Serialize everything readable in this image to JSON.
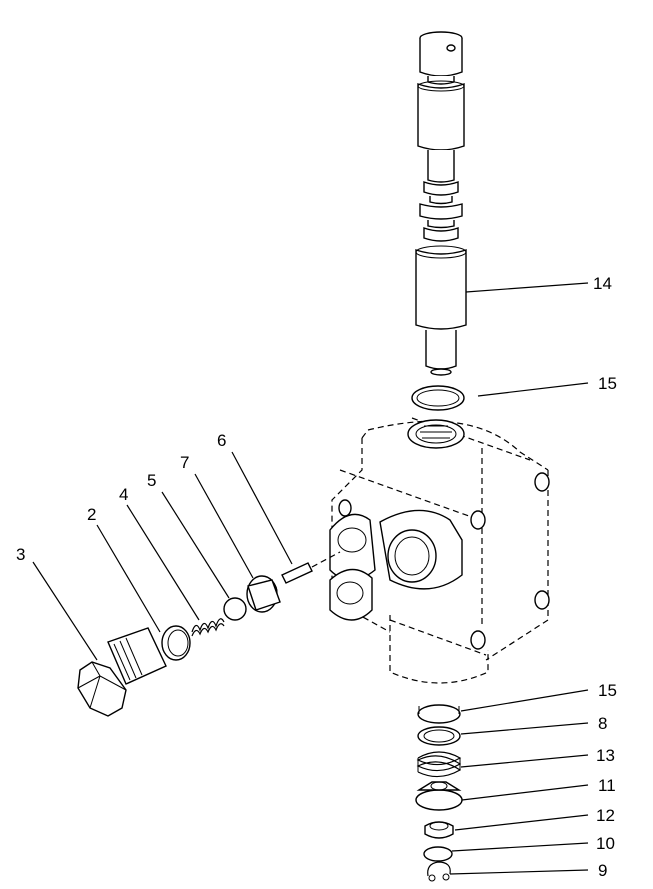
{
  "callouts": {
    "c14": "14",
    "c15a": "15",
    "c6": "6",
    "c7": "7",
    "c5": "5",
    "c4": "4",
    "c2": "2",
    "c3": "3",
    "c15b": "15",
    "c8": "8",
    "c13": "13",
    "c11": "11",
    "c12": "12",
    "c10": "10",
    "c9": "9"
  }
}
